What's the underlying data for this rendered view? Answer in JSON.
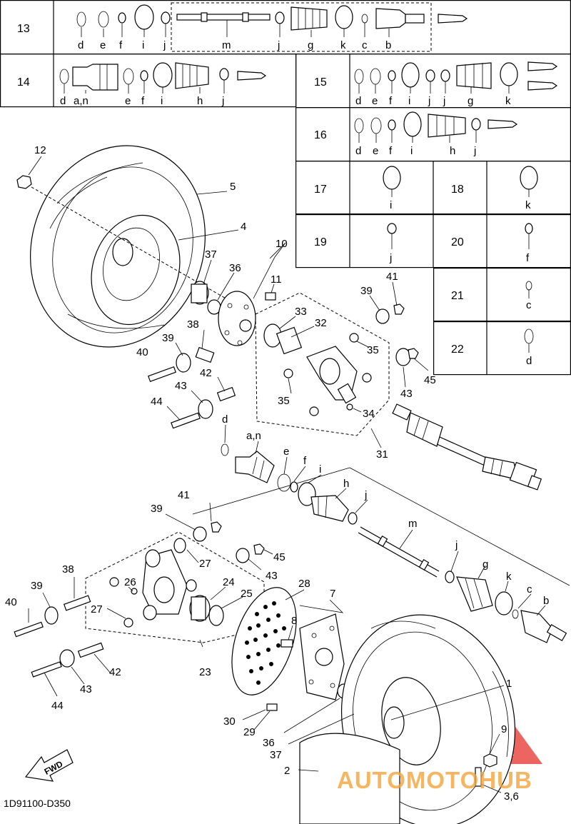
{
  "table": {
    "rows": [
      {
        "num": "13",
        "letters": [
          "d",
          "e",
          "f",
          "i",
          "j",
          "m",
          "j",
          "g",
          "k",
          "c",
          "b"
        ]
      },
      {
        "num": "14",
        "letters": [
          "d",
          "a,n",
          "e",
          "f",
          "i",
          "h",
          "j"
        ]
      },
      {
        "num": "15",
        "letters": [
          "d",
          "e",
          "f",
          "i",
          "j",
          "j",
          "g",
          "k"
        ]
      },
      {
        "num": "16",
        "letters": [
          "d",
          "e",
          "f",
          "i",
          "h",
          "j"
        ]
      },
      {
        "num": "17",
        "letters": [
          "i"
        ]
      },
      {
        "num": "18",
        "letters": [
          "k"
        ]
      },
      {
        "num": "19",
        "letters": [
          "j"
        ]
      },
      {
        "num": "20",
        "letters": [
          "f"
        ]
      },
      {
        "num": "21",
        "letters": [
          "c"
        ]
      },
      {
        "num": "22",
        "letters": [
          "d"
        ]
      }
    ]
  },
  "callouts": {
    "c1": "12",
    "c2": "5",
    "c3": "4",
    "c4": "37",
    "c5": "36",
    "c6": "10",
    "c7": "11",
    "c8": "41",
    "c9": "39",
    "c10": "33",
    "c11": "32",
    "c12": "35",
    "c13": "38",
    "c14": "39",
    "c15": "40",
    "c16": "42",
    "c17": "43",
    "c18": "44",
    "c19": "35",
    "c20": "34",
    "c21": "43",
    "c22": "45",
    "c23": "31",
    "c24": "d",
    "c25": "a,n",
    "c26": "e",
    "c27": "f",
    "c28": "i",
    "c29": "h",
    "c30": "j",
    "c31": "m",
    "c32": "41",
    "c33": "39",
    "c34": "27",
    "c35": "43",
    "c36": "45",
    "c37": "38",
    "c38": "39",
    "c39": "40",
    "c40": "26",
    "c41": "27",
    "c42": "24",
    "c43": "25",
    "c44": "28",
    "c45": "7",
    "c46": "8",
    "c47": "j",
    "c48": "g",
    "c49": "k",
    "c50": "c",
    "c51": "b",
    "c52": "42",
    "c53": "43",
    "c54": "44",
    "c55": "23",
    "c56": "30",
    "c57": "29",
    "c58": "36",
    "c59": "37",
    "c60": "1",
    "c61": "9",
    "c62": "2",
    "c63": "3,6"
  },
  "fwd_label": "FWD",
  "drawing_code": "1D91100-D350",
  "watermark": "AUTOMOTOHUB",
  "colors": {
    "line": "#000000",
    "watermark_red": "#e8322c",
    "watermark_orange": "#f2a33a"
  }
}
